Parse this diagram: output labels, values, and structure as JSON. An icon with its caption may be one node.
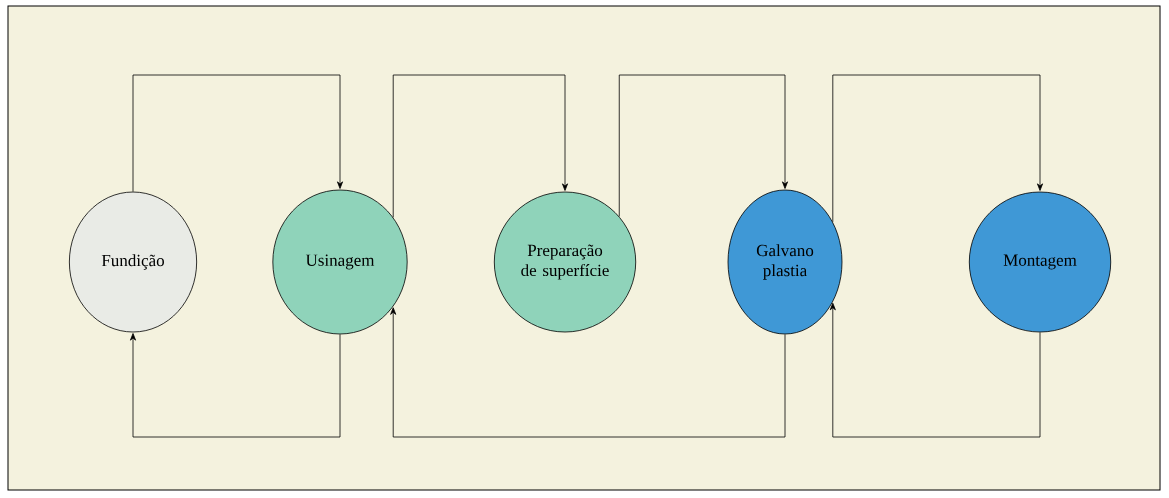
{
  "diagram": {
    "nodes": [
      {
        "text": [
          "Fundição"
        ]
      },
      {
        "text": [
          "Usinagem"
        ]
      },
      {
        "text": [
          "Preparação de superfície"
        ]
      },
      {
        "text": [
          "Galvano plastia"
        ]
      },
      {
        "text": [
          "Montagem"
        ]
      }
    ],
    "edges": [
      {
        "from": 0,
        "to": 1,
        "arrow": "to"
      },
      {
        "from": 1,
        "to": 0,
        "arrow": "to"
      },
      {
        "from": 1,
        "to": 2,
        "arrow": "to"
      },
      {
        "from": 2,
        "to": 3,
        "arrow": "to"
      },
      {
        "from": 3,
        "to": 1,
        "arrow": "to"
      },
      {
        "from": 3,
        "to": 4,
        "arrow": "to"
      },
      {
        "from": 4,
        "to": 3,
        "arrow": "to"
      }
    ]
  }
}
